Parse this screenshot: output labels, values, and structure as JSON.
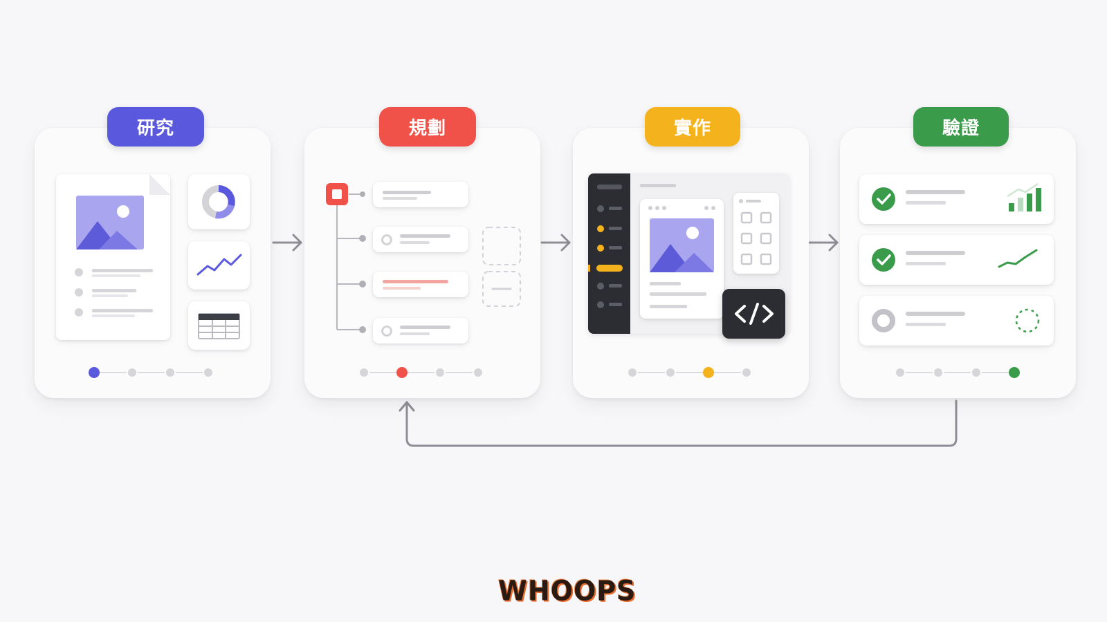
{
  "stages": [
    {
      "label": "研究",
      "color": "#5a58dc",
      "active_step": 0
    },
    {
      "label": "規劃",
      "color": "#f0524a",
      "active_step": 1
    },
    {
      "label": "實作",
      "color": "#f4b21d",
      "active_step": 2
    },
    {
      "label": "驗證",
      "color": "#3a9c4a",
      "active_step": 3
    }
  ],
  "steps_per_stage": 4,
  "footer": {
    "logo_text": "WHOOPS"
  },
  "colors": {
    "background": "#f7f7f9",
    "card": "#fbfbfc",
    "connector": "#8e8e96",
    "inactive_dot": "#d6d6da",
    "dark_panel": "#2b2d33"
  },
  "icons": {
    "research": [
      "document-image-icon",
      "donut-chart-icon",
      "line-chart-icon",
      "table-icon"
    ],
    "planning": [
      "tree-root-icon",
      "task-item-icon",
      "placeholder-box-icon"
    ],
    "implementation": [
      "sidebar-app-icon",
      "image-placeholder-icon",
      "grid-icon",
      "code-icon"
    ],
    "verification": [
      "check-circle-icon",
      "bar-chart-icon",
      "trend-line-icon",
      "pending-circle-icon"
    ]
  }
}
